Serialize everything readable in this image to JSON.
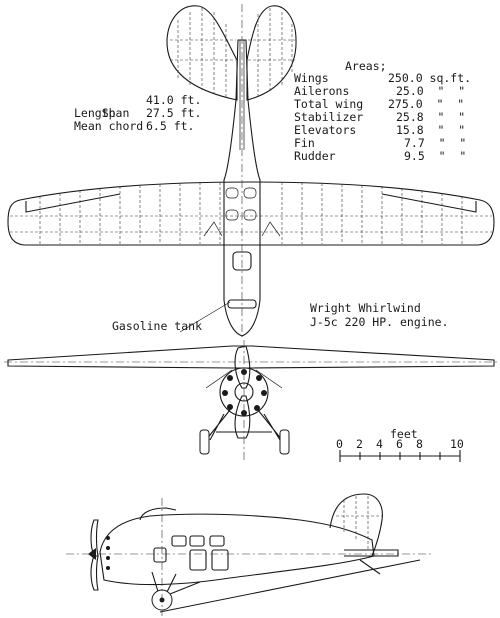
{
  "specs": [
    {
      "label": "Span",
      "value": "41.0 ft."
    },
    {
      "label": "Length",
      "value": "27.5 ft."
    },
    {
      "label": "Mean chord",
      "value": "6.5 ft."
    }
  ],
  "areas": {
    "title": "Areas;",
    "rows": [
      {
        "label": "Wings",
        "value": "250.0 sq.ft."
      },
      {
        "label": "Ailerons",
        "value": "25.0  \"  \""
      },
      {
        "label": "Total wing",
        "value": "275.0  \"  \""
      },
      {
        "label": "Stabilizer",
        "value": "25.8  \"  \""
      },
      {
        "label": "Elevators",
        "value": "15.8  \"  \""
      },
      {
        "label": "Fin",
        "value": "7.7  \"  \""
      },
      {
        "label": "Rudder",
        "value": "9.5  \"  \""
      }
    ]
  },
  "engine_note": {
    "line1": "Wright Whirlwind",
    "line2": "J-5c 220 HP. engine."
  },
  "gas_tank_label": "Gasoline tank",
  "scale": {
    "title": "feet",
    "ticks": [
      "0",
      "2",
      "4",
      "6",
      "8",
      "10"
    ]
  }
}
